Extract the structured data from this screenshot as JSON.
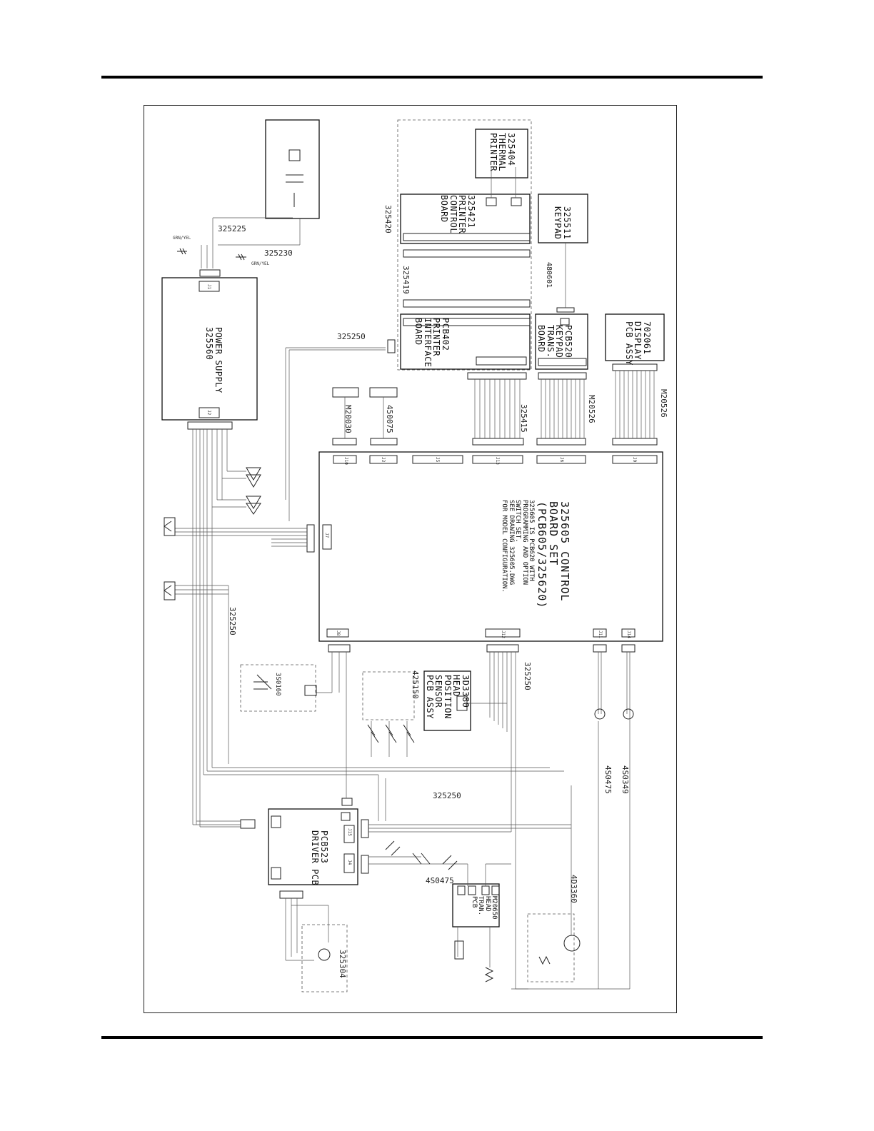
{
  "blocks": {
    "power_supply": "POWER SUPPLY\n325560",
    "control_board": "325605 CONTROL\nBOARD SET\n(PCB605/325620)",
    "control_note": "325605 IS PCB620 WITH\nPROGRAMMING AND OPTION\nSWITCH SET.\nSEE DRAWING 325605.DWG\nFOR MODEL CONFIGURATION.",
    "thermal_printer": "325404\nTHERMAL\nPRINTER",
    "printer_control": "325421\nPRINTER\nCONTROL\nBOARD",
    "printer_interface": "PCB402\nPRINTER\nINTERFACE\nBOARD",
    "keypad": "325511\nKEYPAD",
    "keypad_trans": "PCB520\nKEYPAD\nTRANS.\nBOARD",
    "display": "702061\nDISPLAY\nPCB ASSY",
    "driver_pcb": "PCB523\nDRIVER PCB",
    "head_position": "3D3380\nHEAD\nPOSITION\nSENSOR\nPCB ASSY",
    "head_trans": "M20650\nHEAD\nTRAN.\nPCB"
  },
  "part_numbers": {
    "p325225": "325225",
    "p325230": "325230",
    "p325250_a": "325250",
    "p325250_b": "325250",
    "p325250_c": "325250",
    "p325250_d": "325250",
    "p325420": "325420",
    "p325419": "325419",
    "p480601": "480601",
    "p325415": "325415",
    "pM20526_a": "M20526",
    "pM20526_b": "M20526",
    "pM20030": "M20030",
    "p450075": "450075",
    "p425150": "425150",
    "p4S0475_a": "4S0475",
    "p4S0475_b": "4S0475",
    "p4S0349": "4S0349",
    "p4D3360": "4D3360",
    "p325304": "325304",
    "p3S0160": "3S0160"
  },
  "connectors": {
    "j1": "J1",
    "j2": "J2",
    "j3": "J3",
    "j4": "J4",
    "j5": "J5",
    "j6": "J6",
    "j7": "J7",
    "j8": "J8",
    "j9": "J9",
    "j10": "J10",
    "j11": "J11",
    "j12": "J12",
    "j13": "J13",
    "j14": "J14",
    "j15": "J15"
  },
  "wire_colors": {
    "grn_yel_a": "GRN/YEL",
    "grn_yel_b": "GRN/YEL"
  }
}
